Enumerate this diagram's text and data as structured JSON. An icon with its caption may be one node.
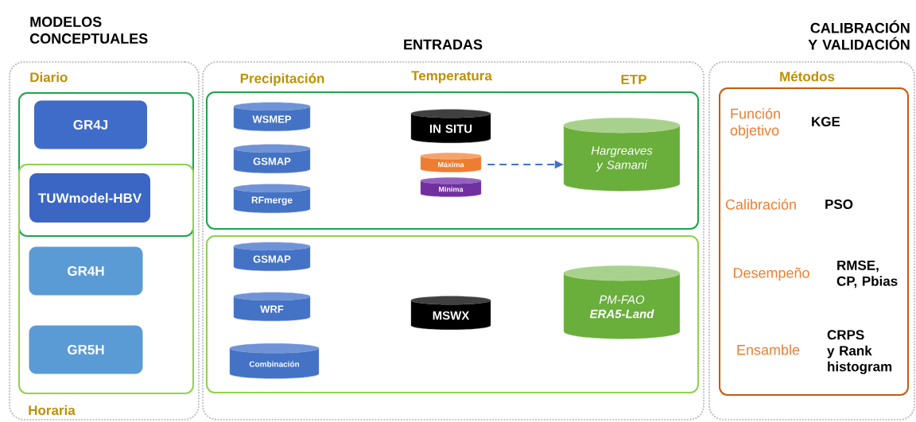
{
  "diagram": {
    "nodes": [
      {
        "text": [
          "MODELOS CONCEPTUALES"
        ]
      },
      {
        "text": [
          "Diario"
        ],
        "in": 0
      },
      {
        "text": [
          "Horaria"
        ],
        "in": 0
      },
      {
        "text": [
          "GR4J"
        ],
        "in": 1
      },
      {
        "text": [
          "TUWmodel-HBV"
        ]
      },
      {
        "text": [
          "GR4H"
        ],
        "in": 2
      },
      {
        "text": [
          "GR5H"
        ],
        "in": 2
      },
      {
        "text": [
          "ENTRADAS",
          "Precipitación",
          "Temperatura",
          "ETP"
        ]
      },
      {
        "text": [],
        "shape": "box",
        "in": 7
      },
      {
        "text": [
          "WSMEP"
        ],
        "in": 8
      },
      {
        "text": [
          "GSMAP"
        ],
        "in": 8
      },
      {
        "text": [
          "RFmerge"
        ],
        "in": 8
      },
      {
        "text": [
          "IN SITU"
        ],
        "in": 8
      },
      {
        "text": [
          "Máxima"
        ],
        "in": 8
      },
      {
        "text": [
          "Mínima"
        ],
        "in": 8
      },
      {
        "text": [
          "Hargreaves y Samani"
        ],
        "in": 8
      },
      {
        "text": [],
        "shape": "box",
        "in": 7
      },
      {
        "text": [
          "GSMAP"
        ],
        "in": 16
      },
      {
        "text": [
          "WRF"
        ],
        "in": 16
      },
      {
        "text": [
          "Combinación"
        ],
        "in": 16
      },
      {
        "text": [
          "MSWX"
        ],
        "in": 16
      },
      {
        "text": [
          "PM-FAO",
          "ERA5-Land"
        ],
        "in": 16
      },
      {
        "text": [
          "CALIBRACIÓN Y VALIDACIÓN"
        ]
      },
      {
        "text": [
          "Métodos"
        ],
        "in": 22
      }
    ],
    "edges": [
      {
        "from": 13,
        "to": 15,
        "arrow": "to",
        "style": "dashed"
      }
    ],
    "labels": [
      "Función objetivo",
      "KGE",
      "Calibración",
      "PSO",
      "Desempeño",
      "RMSE, CP, Pbias",
      "Ensamble",
      "CRPS y Rank histogram"
    ]
  }
}
